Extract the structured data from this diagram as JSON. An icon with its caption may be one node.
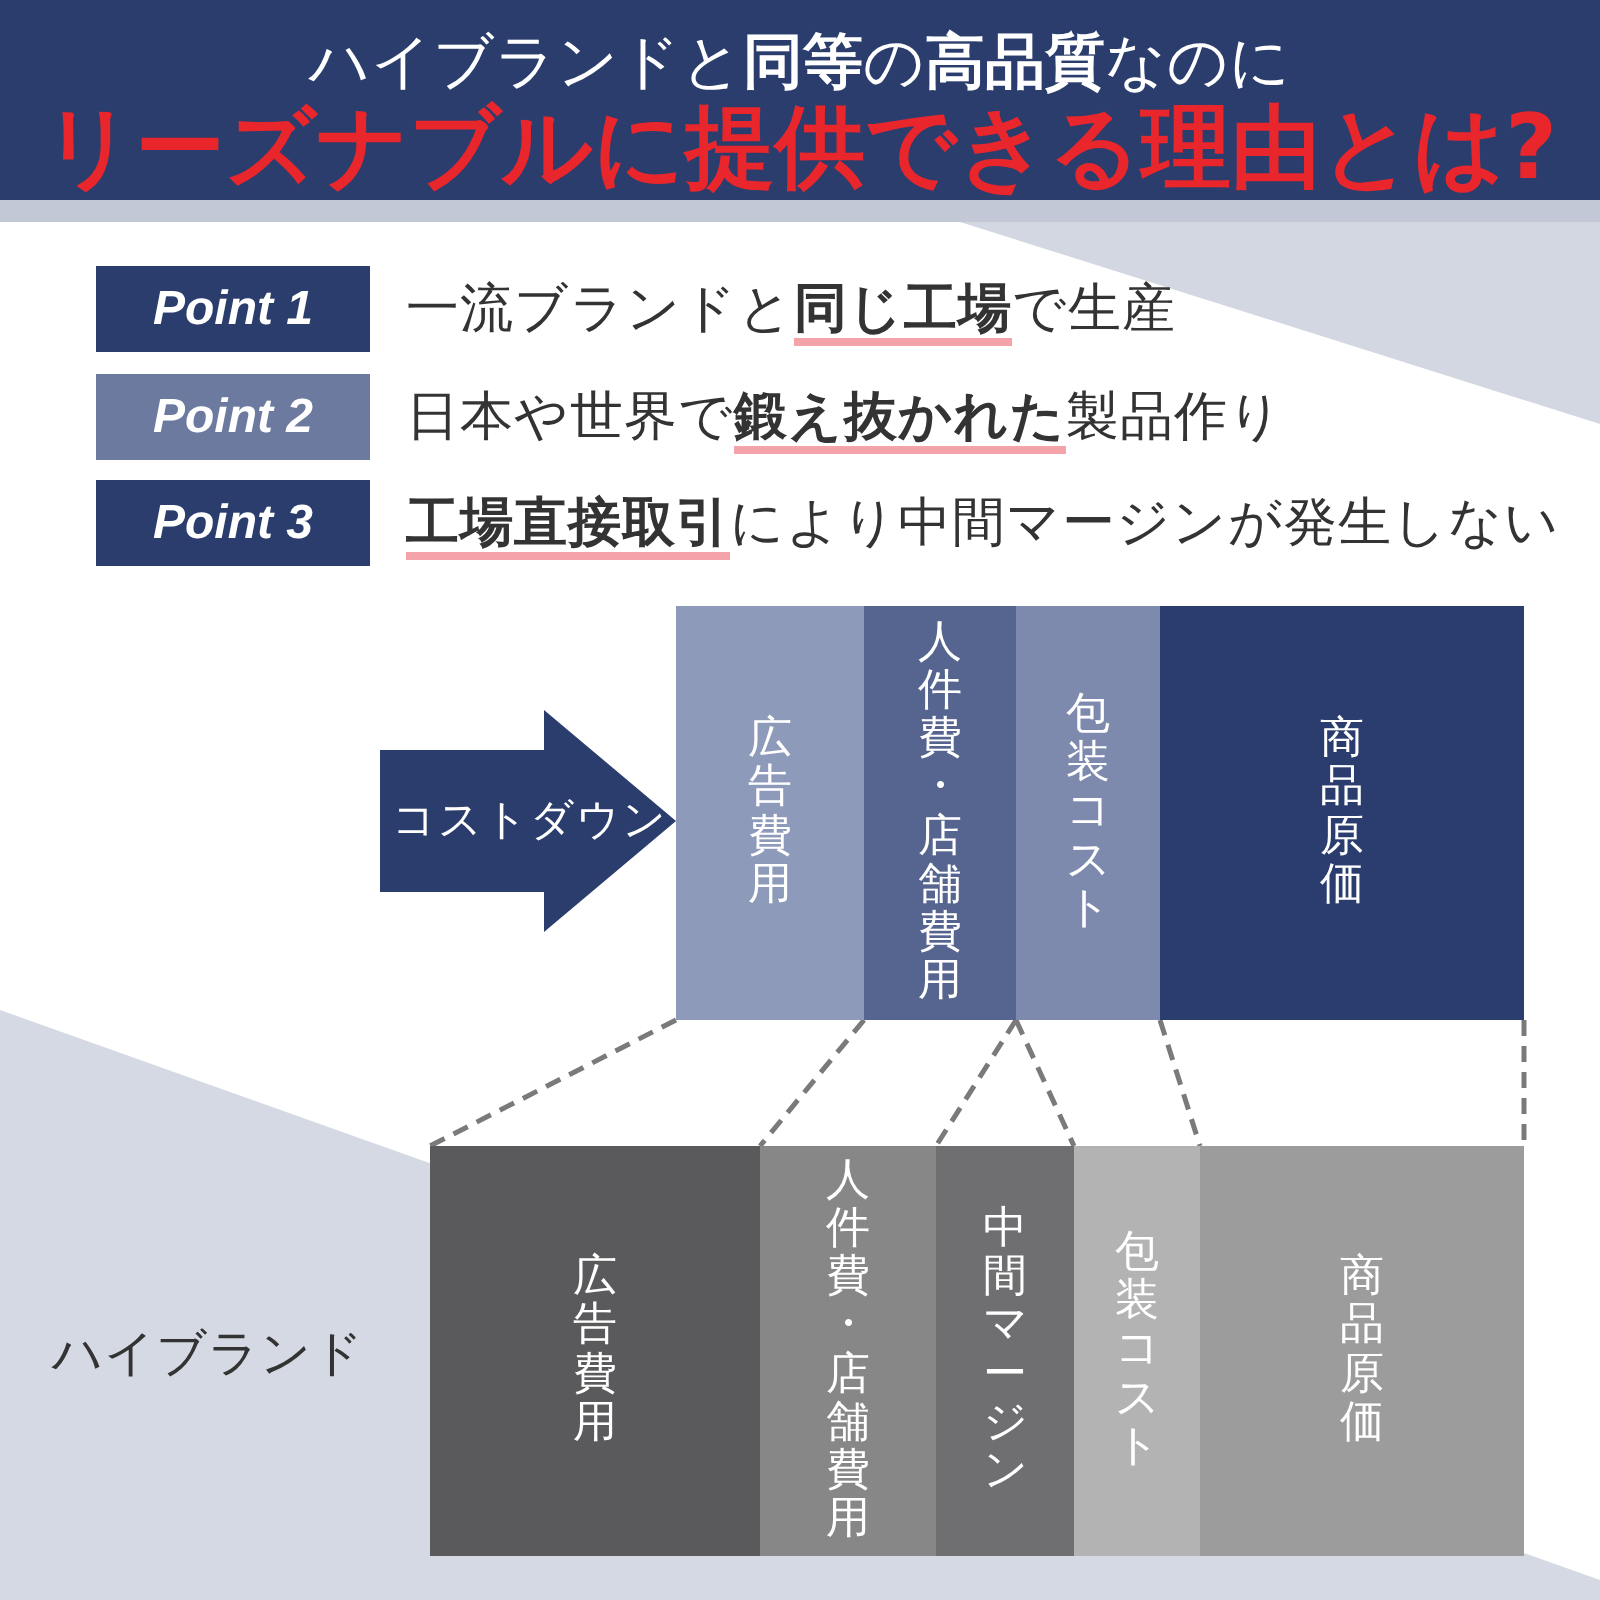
{
  "diagram": {
    "title": "ハイブランドと**同等**の**高品質**なのに",
    "nodes": [
      {
        "text": [
          "Point 1"
        ],
        "beside": [
          "一流ブランドと**同じ工場**で生産"
        ]
      },
      {
        "text": [
          "Point 2"
        ],
        "beside": [
          "日本や世界で**鍛え抜かれた**製品作り"
        ]
      },
      {
        "text": [
          "Point 3"
        ],
        "beside": [
          "**工場直接取引**により中間マージンが発生しない"
        ]
      },
      {
        "text": [
          "コストダウン"
        ]
      },
      {
        "text": [
          "広告費用"
        ]
      },
      {
        "text": [
          "人件費・店舗費用"
        ]
      },
      {
        "text": [
          "包装コスト"
        ]
      },
      {
        "text": [
          "商品原価"
        ]
      },
      {
        "text": [
          "広告費用"
        ]
      },
      {
        "text": [
          "人件費・店舗費用"
        ]
      },
      {
        "text": [
          "中間マージン"
        ]
      },
      {
        "text": [
          "包装コスト"
        ]
      },
      {
        "text": [
          "商品原価"
        ]
      }
    ],
    "edges": [
      {
        "from": 4,
        "to": 8,
        "arrow": "none",
        "style": "dashed"
      },
      {
        "from": 5,
        "to": 9,
        "arrow": "none",
        "style": "dashed"
      },
      {
        "from": 6,
        "to": 10,
        "arrow": "none",
        "style": "dashed"
      },
      {
        "from": 6,
        "to": 11,
        "arrow": "none",
        "style": "dashed"
      },
      {
        "from": 7,
        "to": 12,
        "arrow": "none",
        "style": "dashed"
      },
      {
        "from": 7,
        "to": 12,
        "arrow": "none",
        "style": "dashed"
      }
    ],
    "labels": [
      "リーズナブルに提供できる理由とは?",
      "ハイブランド"
    ]
  }
}
